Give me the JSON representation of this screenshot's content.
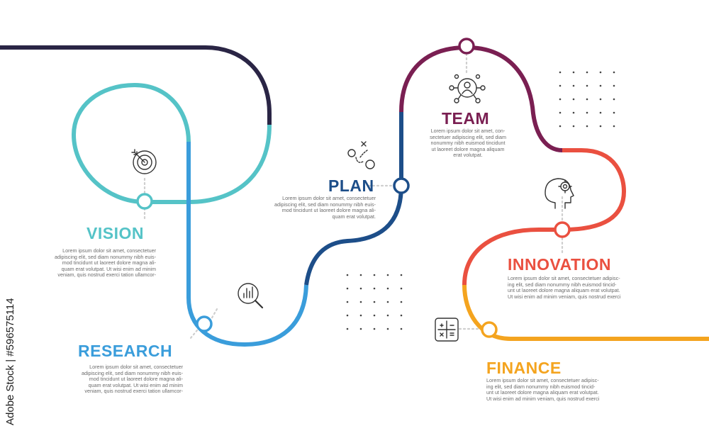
{
  "colors": {
    "dark_navy": "#2a2545",
    "teal": "#55c3c7",
    "blue": "#3a9ddb",
    "navy": "#1d4e89",
    "plum": "#7a1f52",
    "red": "#ea5040",
    "orange": "#f4a41f"
  },
  "steps": [
    {
      "key": "vision",
      "title": "VISION",
      "color": "#55c3c7",
      "icon": "target-icon",
      "lines": [
        "Lorem ipsum dolor sit amet, consectetuer",
        "adipiscing elit, sed diam nonummy nibh euis-",
        "mod tincidunt ut laoreet dolore magna ali-",
        "quam erat volutpat. Ut wisi enim ad minim",
        "veniam, quis nostrud exerci tation ullamcor-"
      ]
    },
    {
      "key": "research",
      "title": "RESEARCH",
      "color": "#3a9ddb",
      "icon": "chart-magnifier-icon",
      "lines": [
        "Lorem ipsum dolor sit amet, consectetuer",
        "adipiscing elit, sed diam nonummy nibh euis-",
        "mod tincidunt ut laoreet dolore magna ali-",
        "quam erat volutpat. Ut wisi enim ad minim",
        "veniam, quis nostrud exerci tation ullamcor-"
      ]
    },
    {
      "key": "plan",
      "title": "PLAN",
      "color": "#1d4e89",
      "icon": "strategy-plan-icon",
      "lines": [
        "Lorem ipsum dolor sit amet, consectetuer",
        "adipiscing elit, sed diam nonummy nibh euis-",
        "mod tincidunt ut laoreet dolore magna ali-",
        "quam erat volutpat."
      ]
    },
    {
      "key": "team",
      "title": "TEAM",
      "color": "#7a1f52",
      "icon": "team-network-icon",
      "lines": [
        "Lorem ipsum dolor sit amet, con-",
        "sectetuer adipiscing elit, sed diam",
        "nonummy nibh euismod tincidunt",
        "ut laoreet dolore magna aliquam",
        "erat volutpat."
      ]
    },
    {
      "key": "innovation",
      "title": "INNOVATION",
      "color": "#ea5040",
      "icon": "head-gear-icon",
      "lines": [
        "Lorem ipsum dolor sit amet, consectetuer adipisc-",
        "ing elit, sed diam nonummy nibh euismod tincid-",
        "unt ut laoreet dolore magna aliquam erat volutpat.",
        "Ut wisi enim ad minim veniam, quis nostrud exerci"
      ]
    },
    {
      "key": "finance",
      "title": "FINANCE",
      "color": "#f4a41f",
      "icon": "calculator-icon",
      "lines": [
        "Lorem ipsum dolor sit amet, consectetuer adipisc-",
        "ing elit, sed diam nonummy nibh euismod tincid-",
        "unt ut laoreet dolore magna aliquam erat volutpat.",
        "Ut wisi enim ad minim veniam, quis nostrud exerci"
      ]
    }
  ],
  "watermark": "Adobe Stock | #596575114"
}
